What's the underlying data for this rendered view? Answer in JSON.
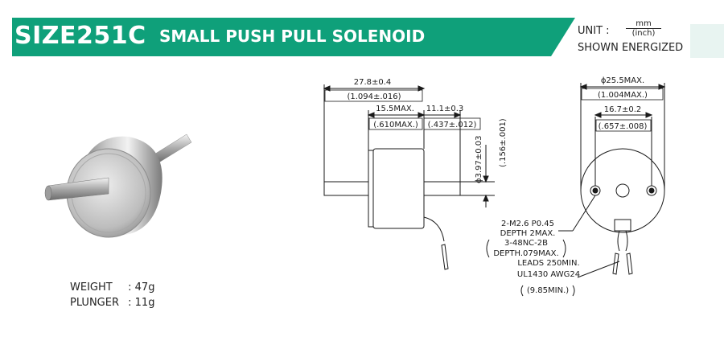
{
  "header": {
    "model": "SIZE251C",
    "description": "SMALL PUSH PULL SOLENOID",
    "unit_label": "UNIT :",
    "unit_top": "mm",
    "unit_bottom": "(inch)",
    "shown_energized": "SHOWN ENERGIZED",
    "colors": {
      "banner": "#0fa07a",
      "banner_dark": "#0b8a68",
      "text": "#ffffff"
    }
  },
  "specs": {
    "weight_label": "WEIGHT",
    "weight_value": ": 47g",
    "plunger_label": "PLUNGER",
    "plunger_value": ": 11g"
  },
  "side_view": {
    "overall_length": "27.8±0.4",
    "overall_length_in": "(1.094±.016)",
    "body_length": "15.5MAX.",
    "body_length_in": "(.610MAX.)",
    "plunger_ext": "11.1±0.3",
    "plunger_ext_in": "(.437±.012)",
    "plunger_dia": "ϕ3.97±0.03",
    "plunger_dia_in": "(.156±.001)"
  },
  "front_view": {
    "outer_dia": "ϕ25.5MAX.",
    "outer_dia_in": "(1.004MAX.)",
    "hole_spacing": "16.7±0.2",
    "hole_spacing_in": "(.657±.008)"
  },
  "notes": {
    "thread": "2-M2.6 P0.45",
    "depth": "DEPTH 2MAX.",
    "thread_alt": "3-48NC-2B",
    "depth_alt": "DEPTH.079MAX.",
    "leads": "LEADS 250MIN.",
    "wire": "UL1430 AWG24",
    "leads_in": "(9.85MIN.)"
  }
}
